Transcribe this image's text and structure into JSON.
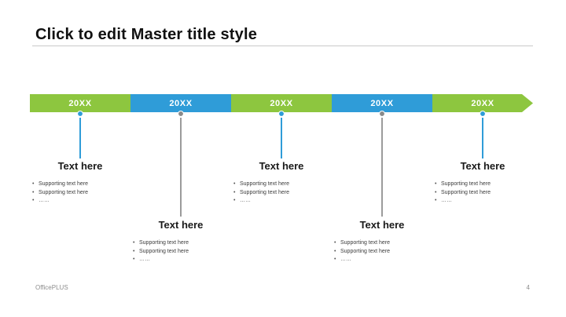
{
  "slide": {
    "title": "Click to edit Master title style",
    "footer_brand": "OfficePLUS",
    "page_number": "4"
  },
  "timeline": {
    "colors": {
      "green": "#8DC63F",
      "blue": "#2F9CD8",
      "gray": "#8A8A8A",
      "grayline": "#9B9B9B"
    },
    "segments": [
      {
        "label": "20XX",
        "color": "green"
      },
      {
        "label": "20XX",
        "color": "blue"
      },
      {
        "label": "20XX",
        "color": "green"
      },
      {
        "label": "20XX",
        "color": "blue"
      },
      {
        "label": "20XX",
        "color": "green"
      }
    ]
  },
  "callouts": [
    {
      "heading": "Text here",
      "bullets": [
        "Supporting text here",
        "Supporting text here",
        "……"
      ]
    },
    {
      "heading": "Text here",
      "bullets": [
        "Supporting text here",
        "Supporting text here",
        "……"
      ]
    },
    {
      "heading": "Text here",
      "bullets": [
        "Supporting text here",
        "Supporting text here",
        "……"
      ]
    },
    {
      "heading": "Text here",
      "bullets": [
        "Supporting text here",
        "Supporting text here",
        "……"
      ]
    },
    {
      "heading": "Text here",
      "bullets": [
        "Supporting text here",
        "Supporting text here",
        "……"
      ]
    }
  ]
}
